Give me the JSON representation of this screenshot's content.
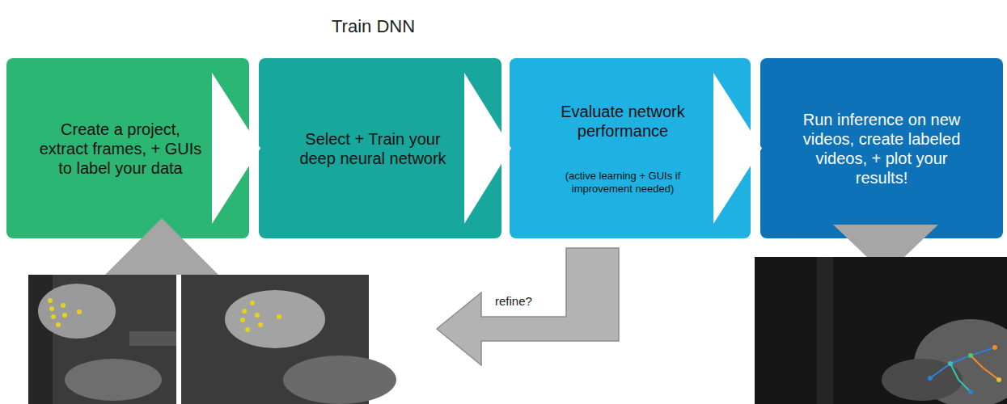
{
  "diagram": {
    "title": "Train DNN",
    "nodes": [
      {
        "text": [
          "Create a project, extract frames, + GUIs to label your data"
        ]
      },
      {
        "text": [
          "Select + Train your deep neural network"
        ]
      },
      {
        "text": [
          "Evaluate network performance",
          "(active learning + GUIs if improvement needed)"
        ]
      },
      {
        "text": [
          "Run inference on new videos, create labeled videos, + plot your results!"
        ]
      }
    ],
    "edges": [
      {
        "from": 0,
        "to": 1,
        "arrow": "to"
      },
      {
        "from": 1,
        "to": 2,
        "arrow": "to"
      },
      {
        "from": 2,
        "to": 3,
        "arrow": "to"
      }
    ],
    "labels": [
      "refine?"
    ]
  }
}
